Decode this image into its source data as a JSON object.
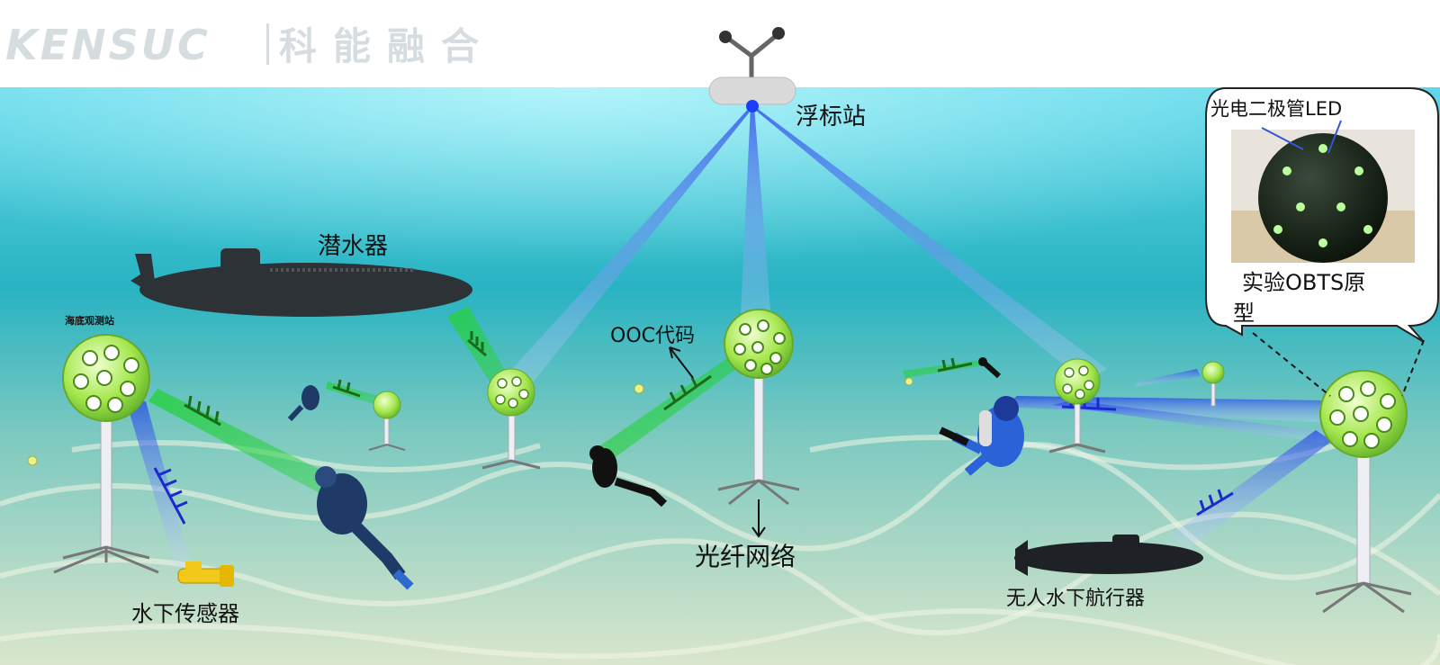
{
  "header": {
    "logo_latin": "KENSUC",
    "logo_cn": "科能融合"
  },
  "labels": {
    "buoy": "浮标站",
    "submarine": "潜水器",
    "seafloor_station": "海底观测站",
    "ooc": "OOC代码",
    "fiber": "光纤网络",
    "sensor": "水下传感器",
    "auv": "无人水下航行器"
  },
  "inset": {
    "photodiode": "光电二极管LED",
    "caption_line1": "实验OBTS原",
    "caption_line2": "型"
  },
  "colors": {
    "sky": "#ffffff",
    "sea_top": "#5fd6e6",
    "sea_bottom": "#d8e8c8",
    "blue_beam": "#2a4fe0",
    "green_beam": "#2fd23a",
    "node_green": "#8fe03a",
    "pole": "#e8e8f0"
  }
}
